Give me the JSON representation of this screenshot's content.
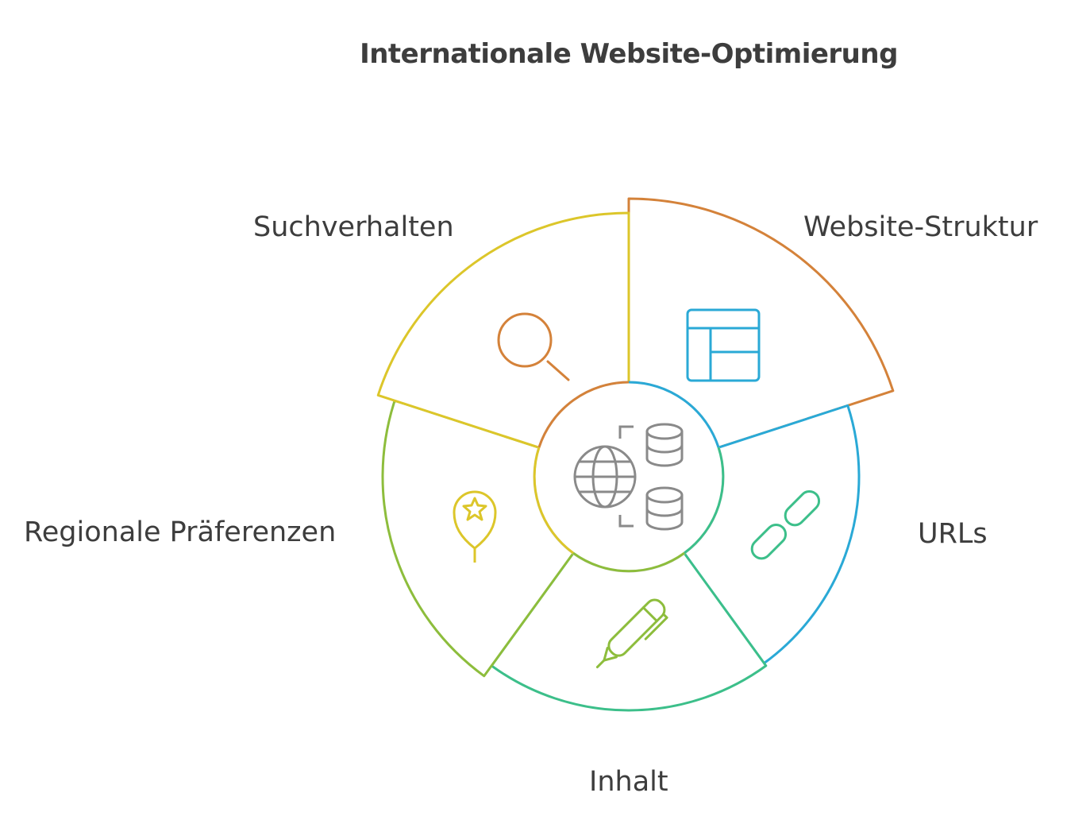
{
  "title": "Internationale Website-Optimierung",
  "center": {
    "icons": [
      "globe-icon",
      "bracket-icon",
      "database-icon",
      "database-icon"
    ],
    "color": "#8a8a8a"
  },
  "segments": [
    {
      "label": "Suchverhalten",
      "icon": "search-icon",
      "color": "#d4823a"
    },
    {
      "label": "Website-Struktur",
      "icon": "layout-icon",
      "color": "#2aa9d6"
    },
    {
      "label": "URLs",
      "icon": "link-icon",
      "color": "#3cbf8a"
    },
    {
      "label": "Inhalt",
      "icon": "pen-icon",
      "color": "#8dbd3c"
    },
    {
      "label": "Regionale Präferenzen",
      "icon": "star-pin-icon",
      "color": "#dcc62a"
    }
  ]
}
